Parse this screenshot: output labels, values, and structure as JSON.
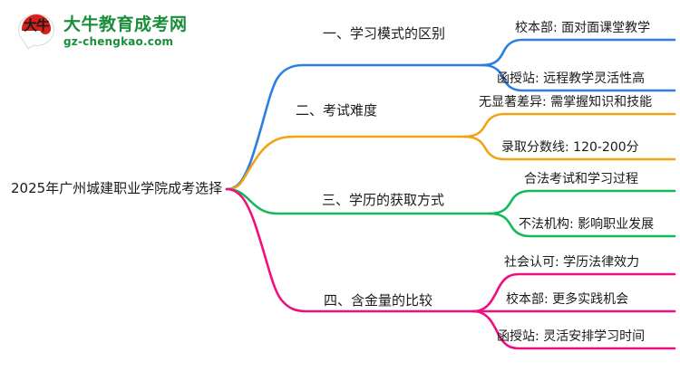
{
  "logo": {
    "mark_glyphs": "大牛",
    "title": "大牛教育成考网",
    "url": "gz-chengkao.com",
    "brand_green": "#1a8e3a",
    "brand_red": "#d62019"
  },
  "mindmap": {
    "root": "2025年广州城建职业学院成考选择",
    "branches": [
      {
        "label": "一、学习模式的区别",
        "color": "#2a7fe0",
        "leaves": [
          "校本部: 面对面课堂教学",
          "函授站: 远程教学灵活性高"
        ]
      },
      {
        "label": "二、考试难度",
        "color": "#f0a415",
        "leaves": [
          "无显著差异: 需掌握知识和技能",
          "录取分数线: 120-200分"
        ]
      },
      {
        "label": "三、学历的获取方式",
        "color": "#11b85c",
        "leaves": [
          "合法考试和学习过程",
          "不法机构: 影响职业发展"
        ]
      },
      {
        "label": "四、含金量的比较",
        "color": "#ef0f7e",
        "leaves": [
          "社会认可: 学历法律效力",
          "校本部: 更多实践机会",
          "函授站: 灵活安排学习时间"
        ]
      }
    ]
  }
}
